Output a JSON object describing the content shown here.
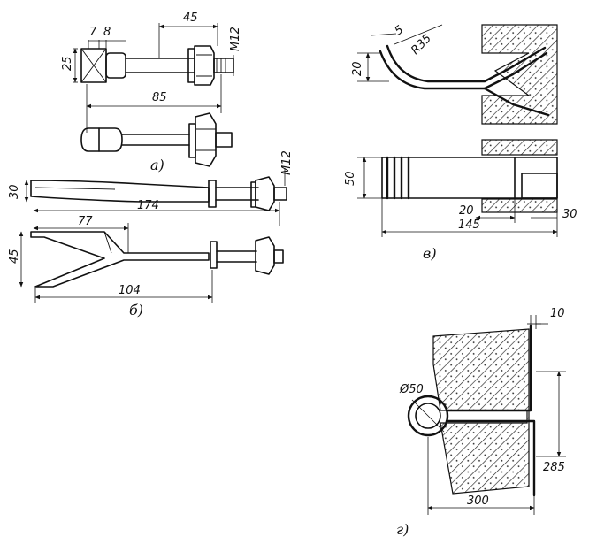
{
  "figures": {
    "a": {
      "caption": "а)",
      "dims": {
        "d7": "7",
        "d8": "8",
        "d45": "45",
        "m12": "M12",
        "d25": "25",
        "d85": "85"
      }
    },
    "b": {
      "caption": "б)",
      "dims": {
        "d30": "30",
        "d174": "174",
        "m12": "M12",
        "d77": "77",
        "d45": "45",
        "d104": "104"
      }
    },
    "v": {
      "caption": "в)",
      "dims": {
        "d5": "5",
        "r35": "R35",
        "d20": "20",
        "d50": "50",
        "d20b": "20",
        "d30": "30",
        "d145": "145"
      }
    },
    "g": {
      "caption": "г)",
      "dims": {
        "d10": "10",
        "dia50": "Ø50",
        "d285": "285",
        "d300": "300"
      }
    }
  }
}
